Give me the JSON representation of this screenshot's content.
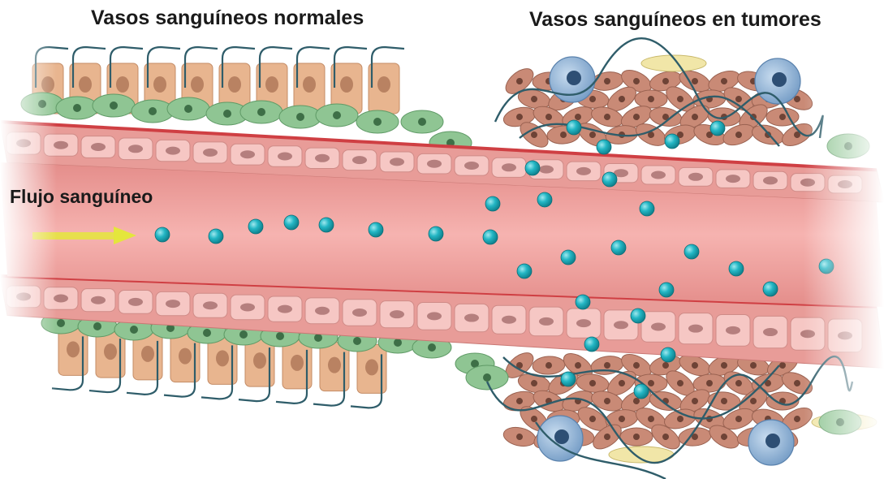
{
  "labels": {
    "normal_vessels": "Vasos sanguíneos normales",
    "tumor_vessels": "Vasos sanguíneos en tumores",
    "blood_flow": "Flujo sanguíneo"
  },
  "colors": {
    "lumen": "#f2a9a6",
    "vessel_wall": "#e89c98",
    "endothelial_cell": "#f6c7c4",
    "endothelial_nucleus": "#b57f7e",
    "basement_membrane": "#cf3f43",
    "pericyte": "#8fc593",
    "epithelial_cell": "#e8b58f",
    "stroma_fiber": "#2f5d6a",
    "tumor_cell": "#c98a76",
    "immune_cell": "#8db3d6",
    "nanoparticle": "#23b6c4",
    "flow_arrow": "#e4e63c"
  },
  "icons": {
    "flow_arrow": "flow-arrow-icon",
    "nanoparticle": "nanoparticle-icon"
  }
}
